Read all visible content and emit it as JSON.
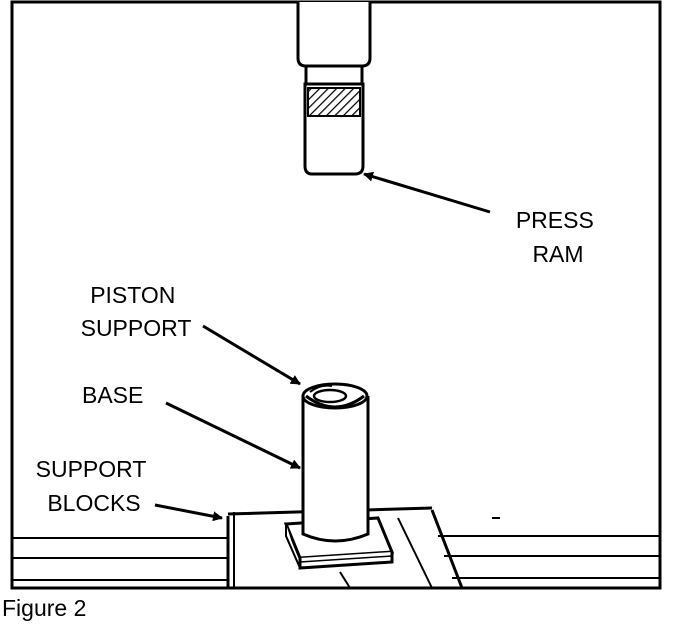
{
  "labels": {
    "press_ram": [
      "PRESS",
      "RAM"
    ],
    "piston_support": [
      "PISTON",
      "SUPPORT"
    ],
    "base": "BASE",
    "support_blocks": [
      "SUPPORT",
      "BLOCKS"
    ]
  },
  "caption": "Figure 2"
}
